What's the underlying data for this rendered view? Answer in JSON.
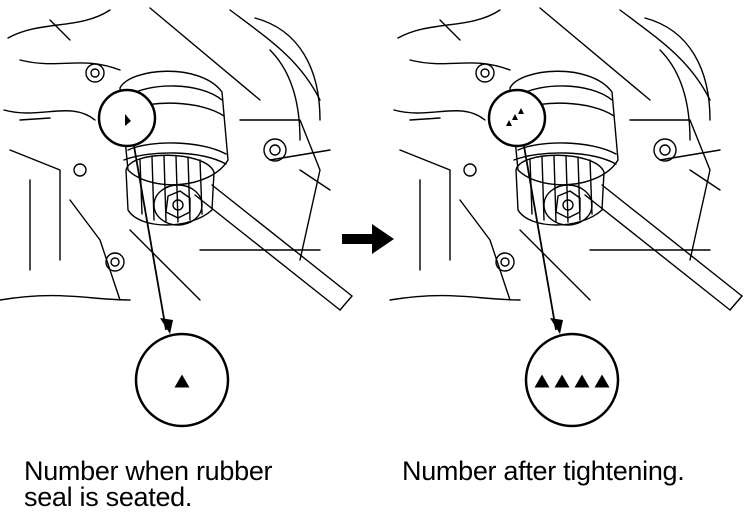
{
  "panels": {
    "left": {
      "caption_lines": [
        "Number when rubber",
        "seal is seated."
      ],
      "mark_count": 1
    },
    "right": {
      "caption_lines": [
        "Number after tightening."
      ],
      "mark_count": 4
    }
  },
  "colors": {
    "ink": "#000000",
    "paper": "#ffffff"
  },
  "icons": {
    "transition": "arrow-right-icon",
    "mark": "triangle-icon"
  }
}
